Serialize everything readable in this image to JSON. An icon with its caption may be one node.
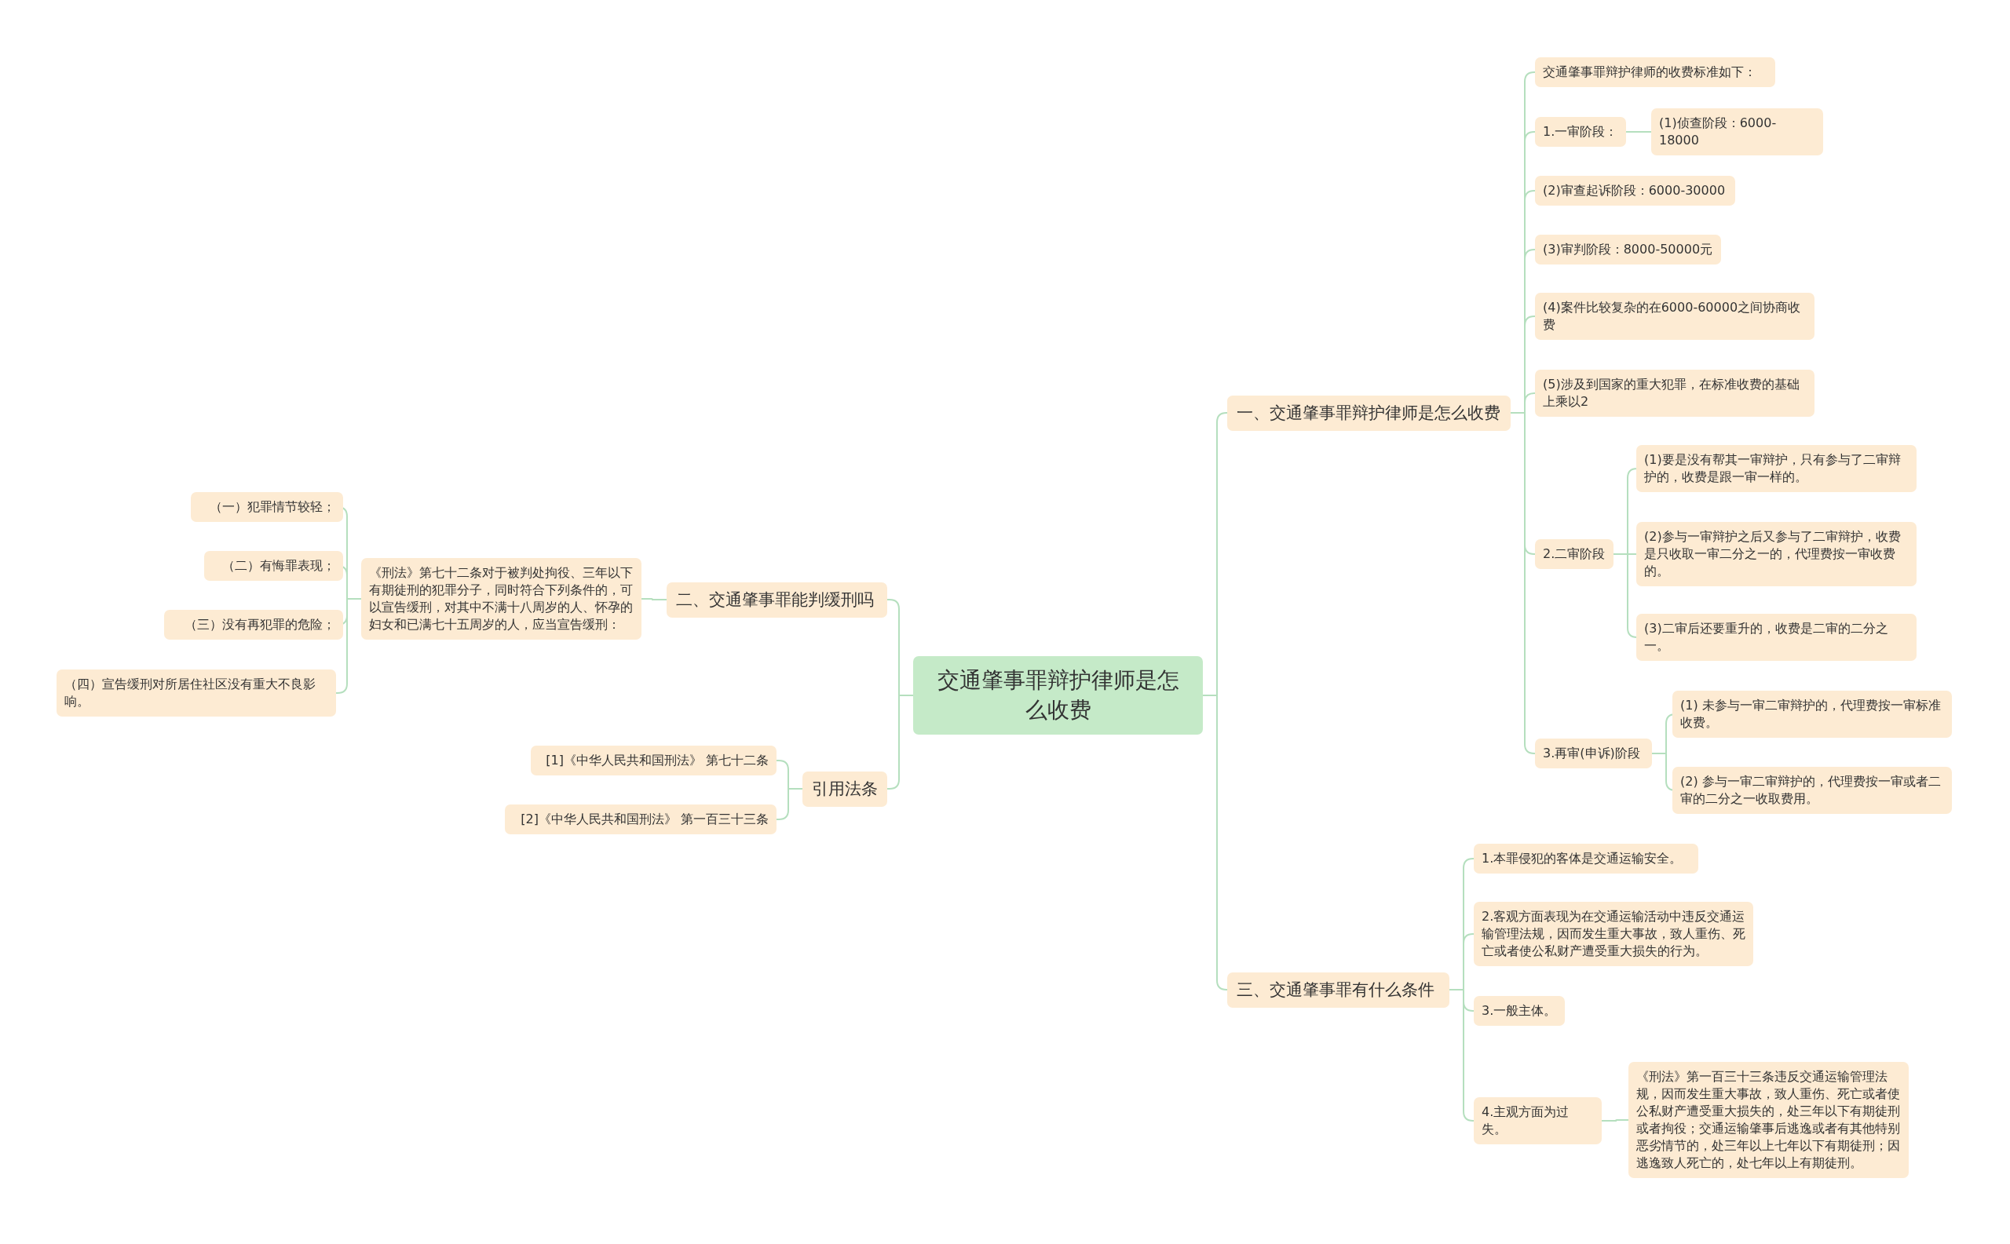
{
  "diagram": {
    "nodes": [
      {
        "text": [
          "交通肇事罪辩护律师是怎么收费"
        ]
      },
      {
        "text": [
          "一、交通肇事罪辩护律师是怎么收费"
        ]
      },
      {
        "text": [
          "交通肇事罪辩护律师的收费标准如下："
        ]
      },
      {
        "text": [
          "1.一审阶段："
        ]
      },
      {
        "text": [
          "(1)侦查阶段：6000-18000"
        ]
      },
      {
        "text": [
          "(2)审查起诉阶段：6000-30000"
        ]
      },
      {
        "text": [
          "(3)审判阶段：8000-50000元"
        ]
      },
      {
        "text": [
          "(4)案件比较复杂的在6000-60000之间协商收费"
        ]
      },
      {
        "text": [
          "(5)涉及到国家的重大犯罪，在标准收费的基础上乘以2"
        ]
      },
      {
        "text": [
          "2.二审阶段"
        ]
      },
      {
        "text": [
          "(1)要是没有帮其一审辩护，只有参与了二审辩护的，收费是跟一审一样的。"
        ]
      },
      {
        "text": [
          "(2)参与一审辩护之后又参与了二审辩护，收费是只收取一审二分之一的，代理费按一审收费的。"
        ]
      },
      {
        "text": [
          "(3)二审后还要重升的，收费是二审的二分之一。"
        ]
      },
      {
        "text": [
          "3.再审(申诉)阶段"
        ]
      },
      {
        "text": [
          "(1) 未参与一审二审辩护的，代理费按一审标准收费。"
        ]
      },
      {
        "text": [
          "(2) 参与一审二审辩护的，代理费按一审或者二审的二分之一收取费用。"
        ]
      },
      {
        "text": [
          "三、交通肇事罪有什么条件"
        ]
      },
      {
        "text": [
          "1.本罪侵犯的客体是交通运输安全。"
        ]
      },
      {
        "text": [
          "2.客观方面表现为在交通运输活动中违反交通运输管理法规，因而发生重大事故，致人重伤、死亡或者使公私财产遭受重大损失的行为。"
        ]
      },
      {
        "text": [
          "3.一般主体。"
        ]
      },
      {
        "text": [
          "4.主观方面为过失。"
        ]
      },
      {
        "text": [
          "《刑法》第一百三十三条违反交通运输管理法规，因而发生重大事故，致人重伤、死亡或者使公私财产遭受重大损失的，处三年以下有期徒刑或者拘役；交通运输肇事后逃逸或者有其他特别恶劣情节的，处三年以上七年以下有期徒刑；因逃逸致人死亡的，处七年以上有期徒刑。"
        ]
      },
      {
        "text": [
          "二、交通肇事罪能判缓刑吗"
        ]
      },
      {
        "text": [
          "《刑法》第七十二条对于被判处拘役、三年以下有期徒刑的犯罪分子，同时符合下列条件的，可以宣告缓刑，对其中不满十八周岁的人、怀孕的妇女和已满七十五周岁的人，应当宣告缓刑："
        ]
      },
      {
        "text": [
          "（一）犯罪情节较轻；"
        ]
      },
      {
        "text": [
          "（二）有悔罪表现；"
        ]
      },
      {
        "text": [
          "（三）没有再犯罪的危险；"
        ]
      },
      {
        "text": [
          "（四）宣告缓刑对所居住社区没有重大不良影响。"
        ]
      },
      {
        "text": [
          "引用法条"
        ]
      },
      {
        "text": [
          "[1]《中华人民共和国刑法》 第七十二条"
        ]
      },
      {
        "text": [
          "[2]《中华人民共和国刑法》 第一百三十三条"
        ]
      }
    ],
    "edges": [
      {
        "from": 0,
        "to": 1,
        "arrow": "none"
      },
      {
        "from": 0,
        "to": 16,
        "arrow": "none"
      },
      {
        "from": 0,
        "to": 22,
        "arrow": "none"
      },
      {
        "from": 0,
        "to": 28,
        "arrow": "none"
      },
      {
        "from": 1,
        "to": 2,
        "arrow": "none"
      },
      {
        "from": 1,
        "to": 3,
        "arrow": "none"
      },
      {
        "from": 3,
        "to": 4,
        "arrow": "none"
      },
      {
        "from": 1,
        "to": 5,
        "arrow": "none"
      },
      {
        "from": 1,
        "to": 6,
        "arrow": "none"
      },
      {
        "from": 1,
        "to": 7,
        "arrow": "none"
      },
      {
        "from": 1,
        "to": 8,
        "arrow": "none"
      },
      {
        "from": 1,
        "to": 9,
        "arrow": "none"
      },
      {
        "from": 9,
        "to": 10,
        "arrow": "none"
      },
      {
        "from": 9,
        "to": 11,
        "arrow": "none"
      },
      {
        "from": 9,
        "to": 12,
        "arrow": "none"
      },
      {
        "from": 1,
        "to": 13,
        "arrow": "none"
      },
      {
        "from": 13,
        "to": 14,
        "arrow": "none"
      },
      {
        "from": 13,
        "to": 15,
        "arrow": "none"
      },
      {
        "from": 16,
        "to": 17,
        "arrow": "none"
      },
      {
        "from": 16,
        "to": 18,
        "arrow": "none"
      },
      {
        "from": 16,
        "to": 19,
        "arrow": "none"
      },
      {
        "from": 16,
        "to": 20,
        "arrow": "none"
      },
      {
        "from": 20,
        "to": 21,
        "arrow": "none"
      },
      {
        "from": 22,
        "to": 23,
        "arrow": "none"
      },
      {
        "from": 23,
        "to": 24,
        "arrow": "none"
      },
      {
        "from": 23,
        "to": 25,
        "arrow": "none"
      },
      {
        "from": 23,
        "to": 26,
        "arrow": "none"
      },
      {
        "from": 23,
        "to": 27,
        "arrow": "none"
      },
      {
        "from": 28,
        "to": 29,
        "arrow": "none"
      },
      {
        "from": 28,
        "to": 30,
        "arrow": "none"
      }
    ]
  }
}
